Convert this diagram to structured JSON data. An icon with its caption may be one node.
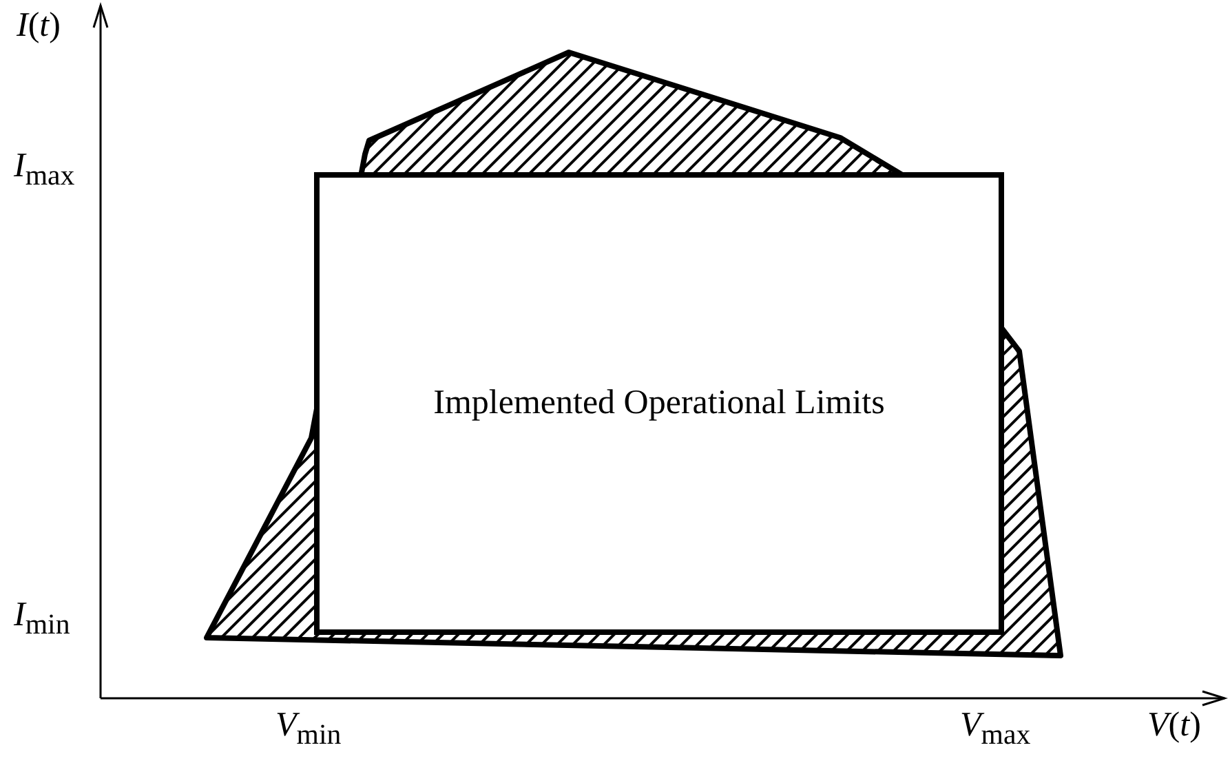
{
  "diagram": {
    "nodes": [
      {
        "text": [
          "Implemented Operational Limits"
        ]
      }
    ],
    "labels": [
      "*I*(*t*)",
      "*I*$_{max}$",
      "*I*$_{min}$",
      "*V*$_{min}$",
      "*V*$_{max}$",
      "*V*(*t*)"
    ]
  }
}
